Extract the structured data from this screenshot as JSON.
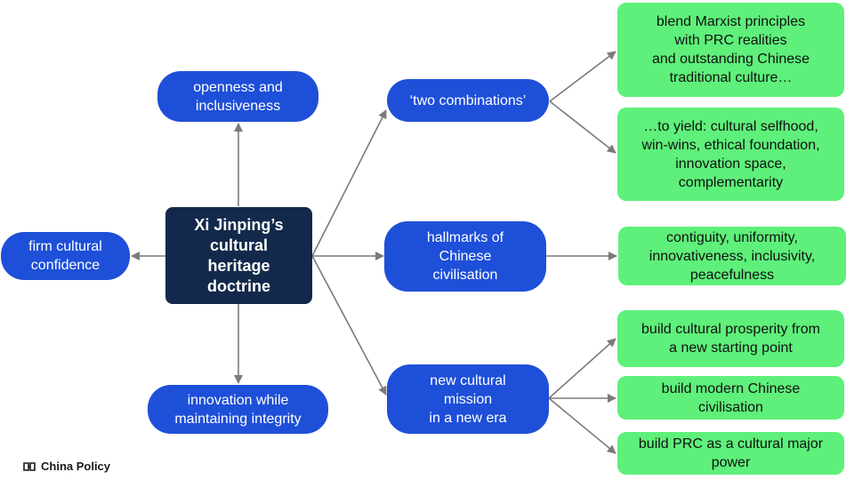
{
  "center": {
    "label": "Xi Jinping’s\ncultural\nheritage\ndoctrine"
  },
  "left": {
    "confidence": "firm cultural\nconfidence"
  },
  "top": {
    "openness": "openness and\ninclusiveness"
  },
  "bottom": {
    "innovation": "innovation while\nmaintaining integrity"
  },
  "branches": {
    "two_combinations": {
      "label": "‘two combinations’",
      "items": [
        "blend Marxist principles\nwith PRC realities\nand outstanding Chinese\ntraditional culture…",
        "…to yield: cultural selfhood,\nwin-wins, ethical foundation,\ninnovation space,\ncomplementarity"
      ]
    },
    "hallmarks": {
      "label": "hallmarks of\nChinese\ncivilisation",
      "items": [
        "contiguity, uniformity,\ninnovativeness, inclusivity,\npeacefulness"
      ]
    },
    "mission": {
      "label": "new cultural\nmission\nin a new era",
      "items": [
        "build cultural prosperity from\na new starting point",
        "build modern Chinese\ncivilisation",
        "build PRC as a cultural major\npower"
      ]
    }
  },
  "footer": {
    "logo_text": "China Policy"
  },
  "colors": {
    "blue_node": "#1e4fd8",
    "green_node": "#5ef07a",
    "center_node": "#13294b",
    "edge": "#7a7a7a"
  }
}
